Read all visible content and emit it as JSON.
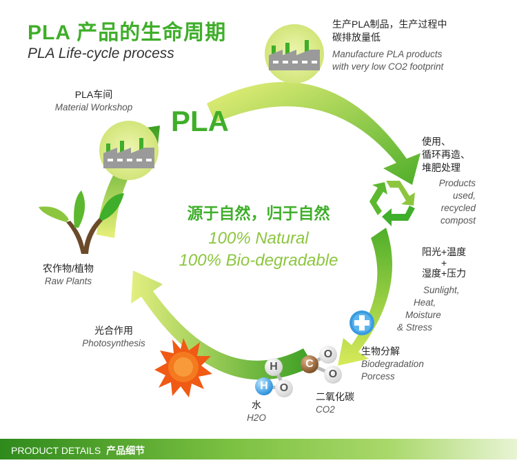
{
  "title": {
    "cn": "PLA 产品的生命周期",
    "en": "PLA Life-cycle process"
  },
  "center": {
    "pla": "PLA",
    "slogan": "源于自然，归于自然",
    "line1": "100% Natural",
    "line2": "100% Bio-degradable"
  },
  "stages": {
    "manufacture": {
      "cn_line1": "生产PLA制品，生产过程中",
      "cn_line2": "碳排放量低",
      "en_line1": "Manufacture PLA products",
      "en_line2": "with very low CO2 footprint"
    },
    "workshop": {
      "cn": "PLA车间",
      "en": "Material Workshop"
    },
    "used": {
      "cn_line1": "使用、",
      "cn_line2": "循环再造、",
      "cn_line3": "堆肥处理",
      "en_line1": "Products",
      "en_line2": "used,",
      "en_line3": "recycled",
      "en_line4": "compost"
    },
    "conditions": {
      "cn_line1": "阳光+温度",
      "cn_line2": "+",
      "cn_line3": "湿度+压力",
      "en_line1": "Sunlight,",
      "en_line2": "Heat,",
      "en_line3": "Moisture",
      "en_line4": "& Stress"
    },
    "biodeg": {
      "cn": "生物分解",
      "en_line1": "Biodegradation",
      "en_line2": "Porcess"
    },
    "co2": {
      "cn": "二氧化碳",
      "en": "CO2"
    },
    "water": {
      "cn": "水",
      "en": "H2O"
    },
    "photo": {
      "cn": "光合作用",
      "en": "Photosynthesis"
    },
    "plants": {
      "cn": "农作物/植物",
      "en": "Raw Plants"
    }
  },
  "molecules": {
    "h": "H",
    "o": "O",
    "c": "C"
  },
  "footer": {
    "en": "PRODUCT DETAILS",
    "cn": "产品细节"
  },
  "colors": {
    "green_dark": "#3fae2a",
    "green_light": "#c8e04a",
    "sun": "#f05a14"
  }
}
